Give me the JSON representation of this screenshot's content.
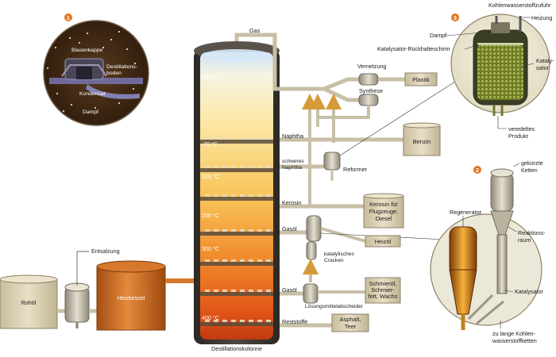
{
  "column": {
    "title": "Destillationskolonne",
    "temps": [
      "20 °C",
      "70 °C",
      "120 °C",
      "200 °C",
      "300 °C",
      "400 °C"
    ]
  },
  "feed": {
    "crude": "Rohöl",
    "desalting": "Entsalzung",
    "furnace": "Heizkessel"
  },
  "fractions": {
    "gas": "Gas",
    "naphtha": "Naphtha",
    "heavy_naphtha": "schweres\nNaphtha",
    "kerosene": "Kerosin",
    "gasoil1": "Gasöl",
    "gasoil2": "Gasöl",
    "residue": "Reststoffe"
  },
  "processes": {
    "crosslinking": "Vernetzung",
    "synthesis": "Synthese",
    "reformer": "Reformer",
    "cat_cracking": "katalytisches\nCracken",
    "solvent_sep": "Lösungsmittelabscheider"
  },
  "products": {
    "plastic": "Plastik",
    "gasoline": "Benzin",
    "kerosene_prod": "Kerosin für\nFlugzeuge,\nDiesel",
    "heating_oil": "Heizöl",
    "lube": "Schmieröl,\nSchmier-\nfett, Wachs",
    "asphalt": "Asphalt,\nTeer"
  },
  "inset1": {
    "number": "1",
    "bubble_cap": "Blasenkappe",
    "tray": "Destillations-\nboden",
    "condensate": "Kondensat",
    "steam": "Dampf"
  },
  "inset3": {
    "number": "3",
    "hc_feed": "Kohlenwasserstoffzufuhr",
    "heating": "Heizung",
    "steam": "Dampf",
    "catalyst_screen": "Katalysator-Rückhalteschirm",
    "catalyst": "Kataly-\nsator",
    "refined": "veredeltes\nProdukt"
  },
  "inset2": {
    "number": "2",
    "shortened": "gekürzte\nKetten",
    "regenerator": "Regenerator",
    "reaction": "Reaktions-\nraum",
    "catalyst": "Katalysator",
    "long_chains": "zu lange Kohlen-\nwasserstoffketten"
  },
  "colors": {
    "pipe": "#c8bfa7",
    "pipe_dark": "#8a8270",
    "column": "#3f3a36",
    "product_box": "#dcd2b6",
    "furnace": "#c8641c",
    "orange_accent": "#e0781e",
    "inset_bg": "#3d2614"
  }
}
